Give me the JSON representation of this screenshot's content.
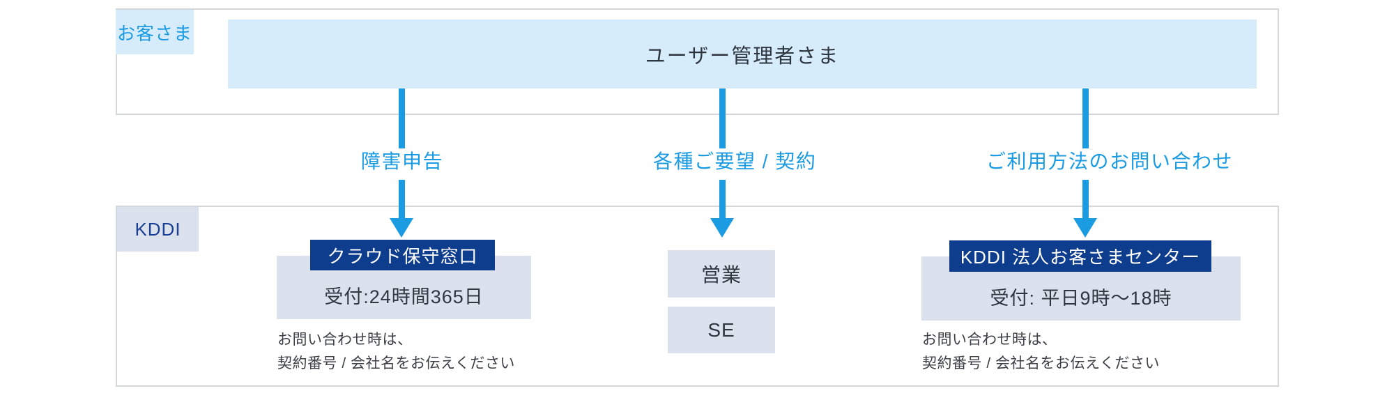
{
  "colors": {
    "accent_blue": "#1b9be2",
    "light_blue_fill": "#d6ecfa",
    "navy_fill": "#0d3d8c",
    "light_gray_blue_fill": "#dce2ed",
    "navy_text": "#1a3f93",
    "dark_text": "#2e3640",
    "border_gray": "#d3d7dc"
  },
  "customer_section": {
    "label": "お客さま",
    "user_bar": "ユーザー管理者さま"
  },
  "flows": [
    {
      "label": "障害申告"
    },
    {
      "label": "各種ご要望 / 契約"
    },
    {
      "label": "ご利用方法のお問い合わせ"
    }
  ],
  "kddi_section": {
    "label": "KDDI",
    "cloud_desk": {
      "title": "クラウド保守窓口",
      "hours": "受付:24時間365日",
      "note_line1": "お問い合わせ時は、",
      "note_line2": "契約番号 / 会社名をお伝えください"
    },
    "teams": [
      {
        "label": "営業"
      },
      {
        "label": "SE"
      }
    ],
    "customer_center": {
      "title": "KDDI 法人お客さまセンター",
      "hours": "受付: 平日9時〜18時",
      "note_line1": "お問い合わせ時は、",
      "note_line2": "契約番号 / 会社名をお伝えください"
    }
  }
}
